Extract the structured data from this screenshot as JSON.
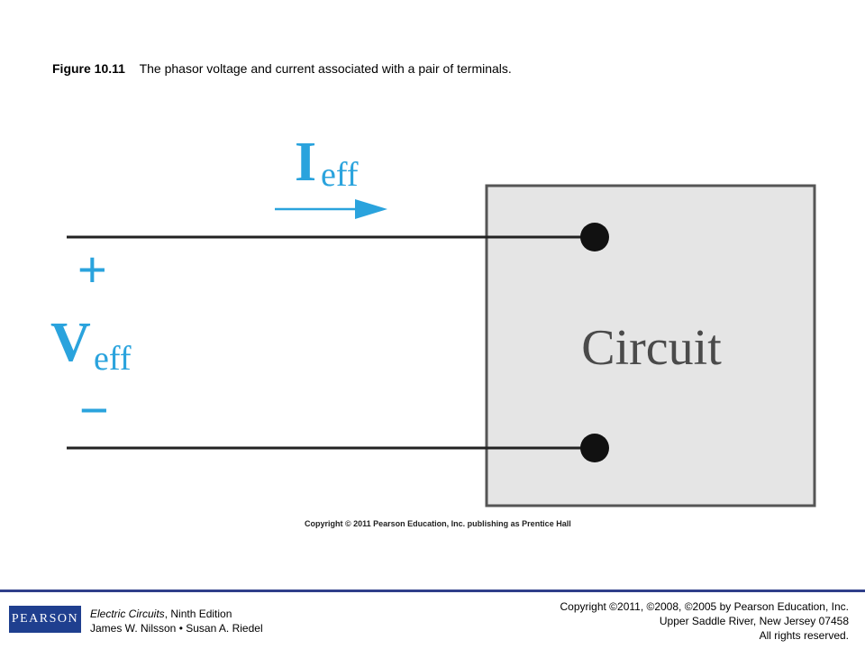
{
  "caption": {
    "number": "Figure 10.11",
    "text": "The phasor voltage and current associated with a pair of terminals."
  },
  "diagram": {
    "current_symbol": "I",
    "current_subscript": "eff",
    "voltage_symbol": "V",
    "voltage_subscript": "eff",
    "plus_sign": "+",
    "minus_sign": "−",
    "box_label": "Circuit",
    "symbol_color": "#2aa3dd",
    "box_fill": "#e5e5e5"
  },
  "figure_copyright": "Copyright © 2011 Pearson Education, Inc. publishing as Prentice Hall",
  "footer": {
    "logo": "PEARSON",
    "book_title": "Electric Circuits",
    "edition": ", Ninth Edition",
    "authors": "James W. Nilsson • Susan A. Riedel",
    "copyright": "Copyright ©2011, ©2008, ©2005 by Pearson Education, Inc.",
    "address": "Upper Saddle River, New Jersey 07458",
    "rights": "All rights reserved."
  }
}
